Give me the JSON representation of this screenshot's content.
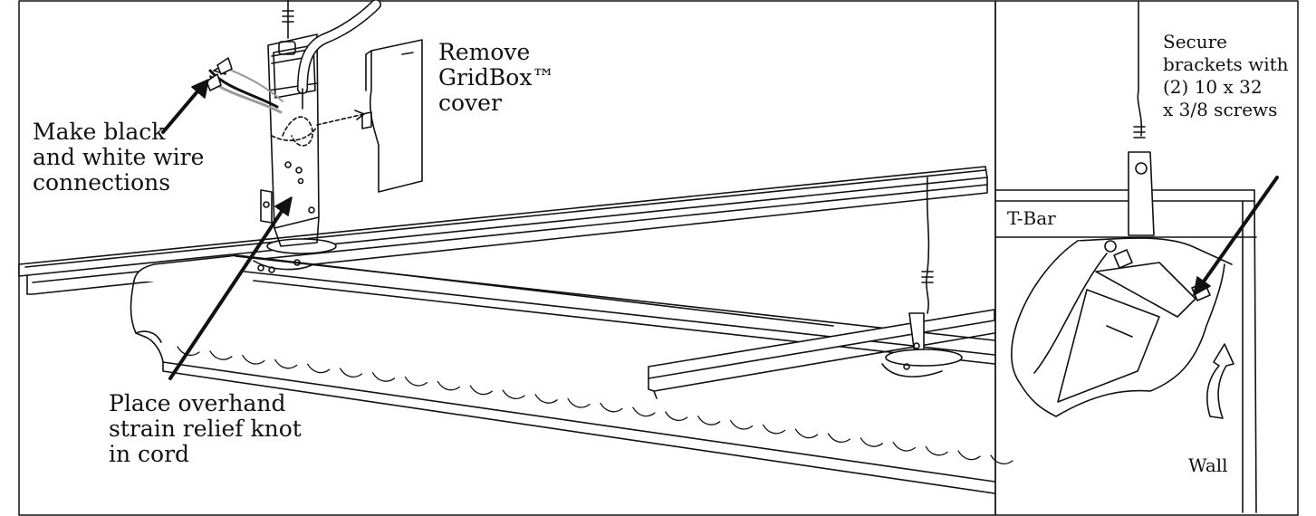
{
  "main_panel": {
    "labels": {
      "remove_cover": [
        "Remove",
        "GridBox™",
        "cover"
      ],
      "wire_connections": [
        "Make black",
        "and white wire",
        "connections"
      ],
      "strain_relief": [
        "Place overhand",
        "strain relief knot",
        "in cord"
      ]
    }
  },
  "detail_panel": {
    "labels": {
      "secure_brackets": [
        "Secure",
        "brackets with",
        "(2) 10 x 32",
        "x 3/8 screws"
      ],
      "t_bar": "T-Bar",
      "wall": "Wall"
    }
  },
  "colors": {
    "line": "#111111",
    "background": "#ffffff",
    "wire_gray": "#9a9a9a"
  }
}
